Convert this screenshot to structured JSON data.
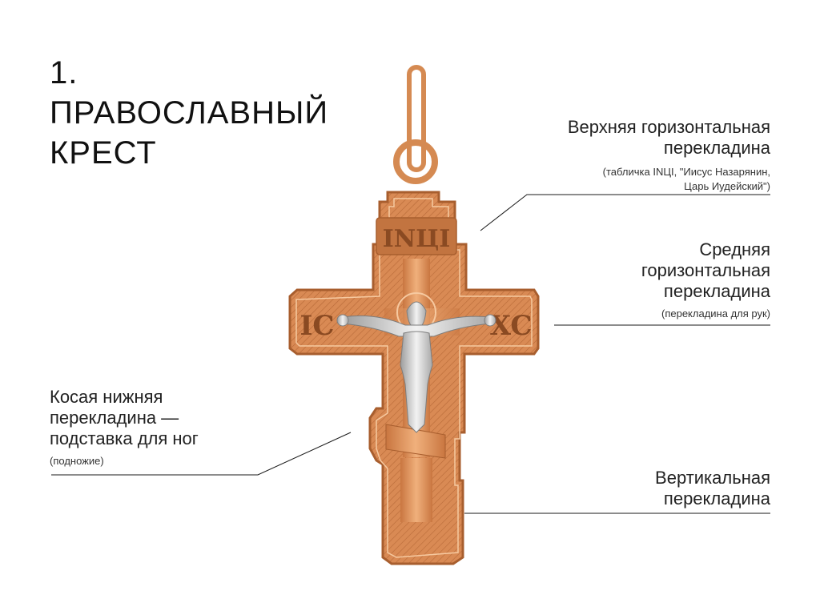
{
  "title": {
    "number": "1.",
    "line1": "ПРАВОСЛАВНЫЙ",
    "line2": "КРЕСТ"
  },
  "cross": {
    "inscription_top": "INЦI",
    "inscription_left": "IC",
    "inscription_right": "XC",
    "colors": {
      "gold": "#d98a54",
      "gold_dark": "#b86a38",
      "gold_light": "#f2b98a",
      "silver": "#d7d7d7"
    }
  },
  "labels": {
    "top": {
      "main": "Верхняя горизонтальная\nперекладина",
      "note": "(табличка INЦI, \"Иисус Назарянин,\nЦарь Иудейский\")"
    },
    "middle": {
      "main": "Средняя\nгоризонтальная\nперекладина",
      "note": "(перекладина для рук)"
    },
    "lower": {
      "main": "Косая нижняя\nперекладина —\nподставка для ног",
      "note": "(подножие)"
    },
    "vertical": {
      "main": "Вертикальная\nперекладина"
    }
  }
}
